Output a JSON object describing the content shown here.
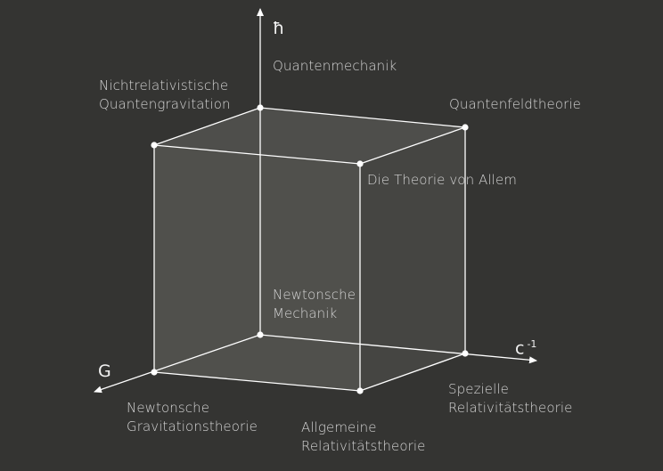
{
  "axes": {
    "hbar": "ħ",
    "c_inverse": "c",
    "c_inverse_exponent": "-1",
    "gravitation": "G"
  },
  "vertices": {
    "quantum_mechanics": "Quantenmechanik",
    "nonrel_quantum_gravity": [
      "Nichtrelativistische",
      "Quantengravitation"
    ],
    "quantum_field_theory": "Quantenfeldtheorie",
    "theory_of_everything": "Die Theorie von Allem",
    "newtonian_mechanics": [
      "Newtonsche",
      "Mechanik"
    ],
    "newtonian_gravity": [
      "Newtonsche",
      "Gravitationstheorie"
    ],
    "general_relativity": [
      "Allgemeine",
      "Relativitätstheorie"
    ],
    "special_relativity": [
      "Spezielle",
      "Relativitätstheorie"
    ]
  },
  "colors": {
    "background": "#343432",
    "lines": "#ffffff",
    "top_face": "#4a4a47",
    "front_face": "#50504c",
    "right_face": "#454542",
    "bottom_face": "#4b4b48",
    "text": "#d4d4d4"
  }
}
